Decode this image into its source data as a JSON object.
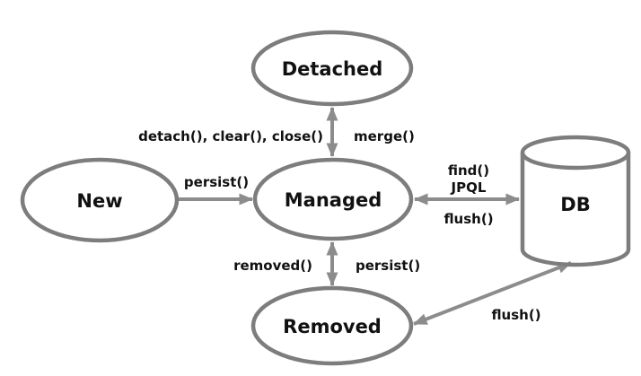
{
  "diagram": {
    "colors": {
      "shape_stroke": "#7d7d7d",
      "arrow": "#8c8c8c",
      "label_text": "#111111",
      "background": "#ffffff"
    },
    "nodes": {
      "new": {
        "label": "New",
        "shape": "ellipse"
      },
      "managed": {
        "label": "Managed",
        "shape": "ellipse"
      },
      "detached": {
        "label": "Detached",
        "shape": "ellipse"
      },
      "removed": {
        "label": "Removed",
        "shape": "ellipse"
      },
      "db": {
        "label": "DB",
        "shape": "cylinder"
      }
    },
    "edges": {
      "new_to_managed": {
        "label": "persist()",
        "arrows": "one-way"
      },
      "managed_detached": {
        "label_left": "detach(), clear(), close()",
        "label_right": "merge()",
        "arrows": "two-way"
      },
      "managed_removed": {
        "label_left": "removed()",
        "label_right": "persist()",
        "arrows": "two-way"
      },
      "managed_db": {
        "label_above_1": "find()",
        "label_above_2": "JPQL",
        "label_below": "flush()",
        "arrows": "two-way"
      },
      "removed_db": {
        "label": "flush()",
        "arrows": "two-way"
      }
    }
  }
}
